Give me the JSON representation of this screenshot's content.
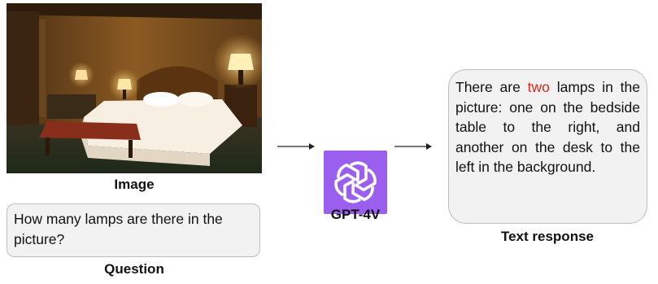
{
  "image_panel": {
    "caption": "Image",
    "photo_description_icon": "hotel-bedroom-photo"
  },
  "question": {
    "text": "How many lamps are there in the picture?",
    "caption": "Question"
  },
  "model": {
    "caption": "GPT-4V",
    "logo_icon": "openai-logo-icon",
    "logo_color": "#9b5ff0"
  },
  "response": {
    "before": "There are ",
    "highlight": "two",
    "after": " lamps in the picture: one on the bedside table to the right, and another on the desk to the left in the background.",
    "highlight_color": "#e0261d",
    "caption": "Text response"
  }
}
